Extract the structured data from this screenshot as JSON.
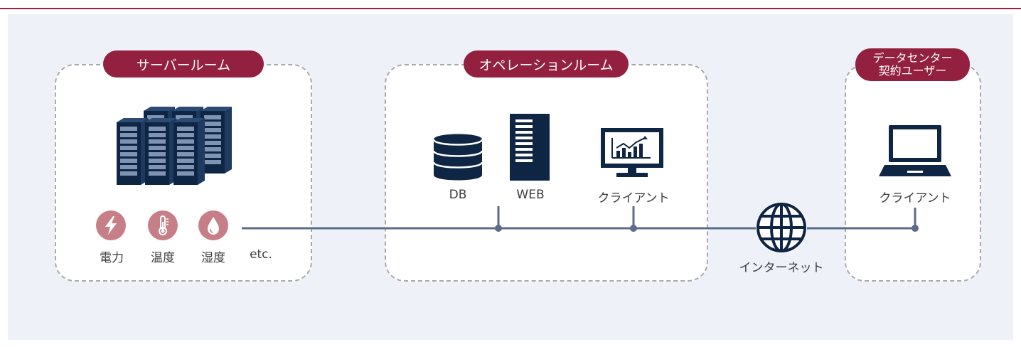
{
  "colors": {
    "accent": "#93203f",
    "navy": "#0f2544",
    "line": "#5c6c86",
    "background": "#eef2f8",
    "sensor": "#c77f87"
  },
  "zones": {
    "server_room": {
      "title": "サーバールーム"
    },
    "operation_room": {
      "title": "オペレーションルーム"
    },
    "user": {
      "title_line1": "データセンター",
      "title_line2": "契約ユーザー"
    }
  },
  "server_room": {
    "sensors": [
      {
        "icon": "lightning-icon",
        "label": "電力"
      },
      {
        "icon": "thermometer-icon",
        "label": "温度"
      },
      {
        "icon": "water-drop-icon",
        "label": "湿度"
      }
    ],
    "etc": "etc."
  },
  "operation_room": {
    "db_label": "DB",
    "web_label": "WEB",
    "client_label": "クライアント"
  },
  "internet_label": "インターネット",
  "user": {
    "client_label": "クライアント"
  }
}
